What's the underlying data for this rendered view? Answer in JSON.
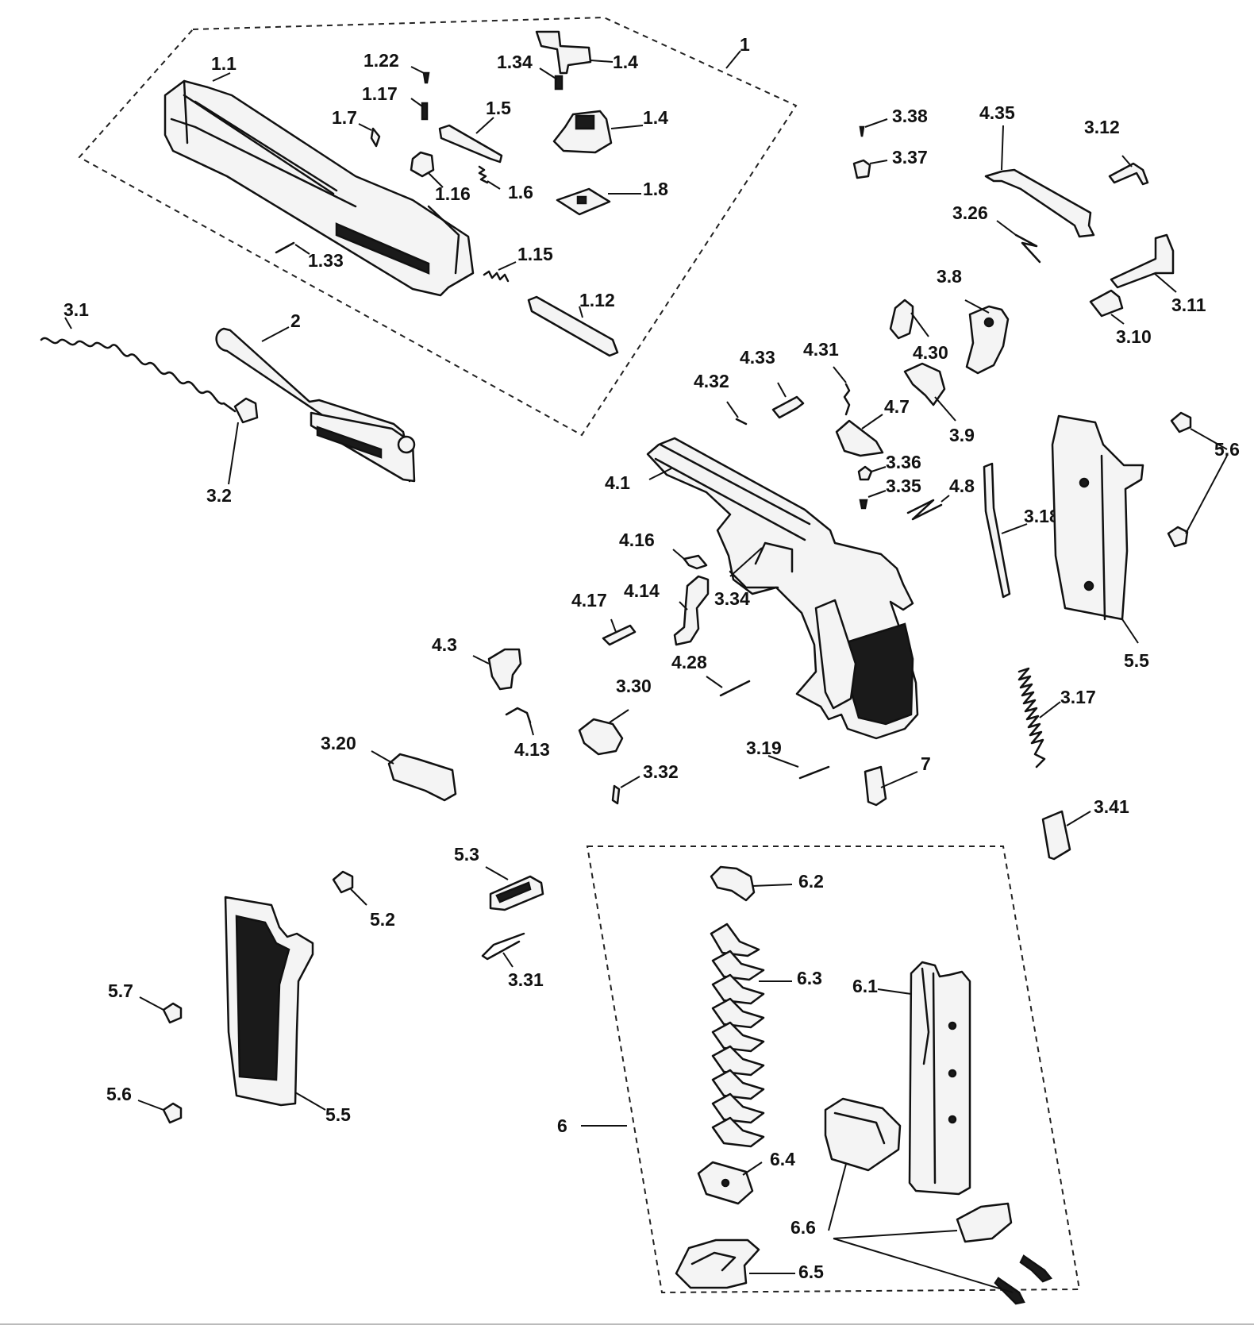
{
  "labels": {
    "g1": "1",
    "p1_1": "1.1",
    "p1_22": "1.22",
    "p1_34": "1.34",
    "p1_4a": "1.4",
    "p1_17": "1.17",
    "p1_7": "1.7",
    "p1_5": "1.5",
    "p1_4b": "1.4",
    "p1_16": "1.16",
    "p1_6": "1.6",
    "p1_8": "1.8",
    "p1_33": "1.33",
    "p1_15": "1.15",
    "p1_12": "1.12",
    "p3_1": "3.1",
    "p2": "2",
    "p3_2": "3.2",
    "p3_38": "3.38",
    "p3_37": "3.37",
    "p4_35": "4.35",
    "p3_12": "3.12",
    "p3_26": "3.26",
    "p3_8": "3.8",
    "p3_11": "3.11",
    "p3_10": "3.10",
    "p4_30": "4.30",
    "p4_33": "4.33",
    "p4_31": "4.31",
    "p4_32": "4.32",
    "p4_7": "4.7",
    "p3_9": "3.9",
    "p3_36": "3.36",
    "p3_35": "3.35",
    "p4_8": "4.8",
    "p4_1": "4.1",
    "p3_18": "3.18",
    "p5_6a": "5.6",
    "p4_16": "4.16",
    "p4_17": "4.17",
    "p4_14": "4.14",
    "p3_34": "3.34",
    "p5_5a": "5.5",
    "p4_3": "4.3",
    "p4_28": "4.28",
    "p3_30": "3.30",
    "p3_17": "3.17",
    "p4_13": "4.13",
    "p3_20": "3.20",
    "p3_19": "3.19",
    "p7": "7",
    "p3_32": "3.32",
    "p3_41": "3.41",
    "p5_3": "5.3",
    "p5_2": "5.2",
    "p6_2": "6.2",
    "p3_31": "3.31",
    "p6_3": "6.3",
    "p6_1": "6.1",
    "p5_7": "5.7",
    "p5_5b": "5.5",
    "p5_6b": "5.6",
    "p6": "6",
    "p6_4": "6.4",
    "p6_6": "6.6",
    "p6_5": "6.5"
  }
}
